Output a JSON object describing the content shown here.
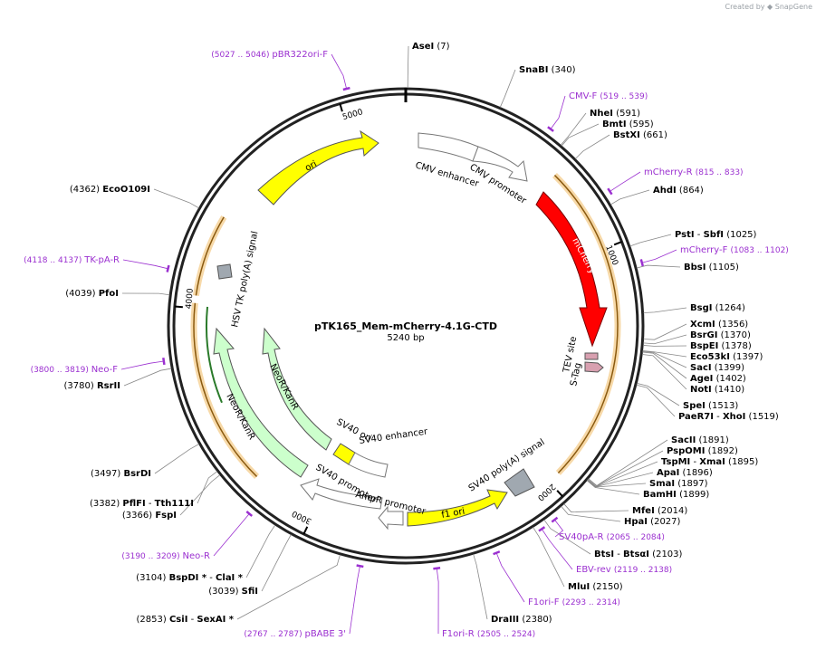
{
  "credit": {
    "created_by": "Created by",
    "brand": "SnapGene"
  },
  "plasmid": {
    "name": "pTK165_Mem-mCherry-4.1G-CTD",
    "size": "5240 bp",
    "length": 5240
  },
  "ticks": [
    {
      "label": "1000",
      "pos": 1000
    },
    {
      "label": "2000",
      "pos": 2000
    },
    {
      "label": "3000",
      "pos": 3000
    },
    {
      "label": "4000",
      "pos": 4000
    },
    {
      "label": "5000",
      "pos": 5000
    }
  ],
  "sites": [
    {
      "name": "AseI",
      "pos": "(7)"
    },
    {
      "name": "SnaBI",
      "pos": "(340)"
    },
    {
      "name": "NheI",
      "pos": "(591)"
    },
    {
      "name": "BmtI",
      "pos": "(595)"
    },
    {
      "name": "BstXI",
      "pos": "(661)"
    },
    {
      "name": "AhdI",
      "pos": "(864)"
    },
    {
      "name": "PstI",
      "sep": " - ",
      "name2": "SbfI",
      "pos": "(1025)"
    },
    {
      "name": "BbsI",
      "pos": "(1105)"
    },
    {
      "name": "BsgI",
      "pos": "(1264)"
    },
    {
      "name": "XcmI",
      "pos": "(1356)"
    },
    {
      "name": "BsrGI",
      "pos": "(1370)"
    },
    {
      "name": "BspEI",
      "pos": "(1378)"
    },
    {
      "name": "Eco53kI",
      "pos": "(1397)"
    },
    {
      "name": "SacI",
      "pos": "(1399)"
    },
    {
      "name": "AgeI",
      "pos": "(1402)"
    },
    {
      "name": "NotI",
      "pos": "(1410)"
    },
    {
      "name": "SpeI",
      "pos": "(1513)"
    },
    {
      "name": "PaeR7I",
      "sep": " - ",
      "name2": "XhoI",
      "pos": "(1519)"
    },
    {
      "name": "SacII",
      "pos": "(1891)"
    },
    {
      "name": "PspOMI",
      "pos": "(1892)"
    },
    {
      "name": "TspMI",
      "sep": " - ",
      "name2": "XmaI",
      "pos": "(1895)"
    },
    {
      "name": "ApaI",
      "pos": "(1896)"
    },
    {
      "name": "SmaI",
      "pos": "(1897)"
    },
    {
      "name": "BamHI",
      "pos": "(1899)"
    },
    {
      "name": "MfeI",
      "pos": "(2014)"
    },
    {
      "name": "HpaI",
      "pos": "(2027)"
    },
    {
      "name": "BtsI",
      "sep": " - ",
      "name2": "BtsαI",
      "pos": "(2103)"
    },
    {
      "name": "MluI",
      "pos": "(2150)"
    },
    {
      "name": "DraIII",
      "pos": "(2380)"
    },
    {
      "name": "CsiI",
      "sep": " - ",
      "name2": "SexAI *",
      "pos": "(2853)"
    },
    {
      "name": "SfiI",
      "pos": "(3039)"
    },
    {
      "name": "BspDI *",
      "sep": " - ",
      "name2": "ClaI *",
      "pos": "(3104)"
    },
    {
      "name": "FspI",
      "pos": "(3366)"
    },
    {
      "name": "PflFI",
      "sep": " - ",
      "name2": "Tth111I",
      "pos": "(3382)"
    },
    {
      "name": "BsrDI",
      "pos": "(3497)"
    },
    {
      "name": "RsrII",
      "pos": "(3780)"
    },
    {
      "name": "PfoI",
      "pos": "(4039)"
    },
    {
      "name": "EcoO109I",
      "pos": "(4362)"
    }
  ],
  "primers": [
    {
      "name": "pBR322ori-F",
      "range": "(5027 .. 5046)"
    },
    {
      "name": "CMV-F",
      "range": "(519 .. 539)"
    },
    {
      "name": "mCherry-R",
      "range": "(815 .. 833)"
    },
    {
      "name": "mCherry-F",
      "range": "(1083 .. 1102)"
    },
    {
      "name": "SV40pA-R",
      "range": "(2065 .. 2084)"
    },
    {
      "name": "EBV-rev",
      "range": "(2119 .. 2138)"
    },
    {
      "name": "F1ori-F",
      "range": "(2293 .. 2314)"
    },
    {
      "name": "F1ori-R",
      "range": "(2505 .. 2524)"
    },
    {
      "name": "pBABE 3'",
      "range": "(2767 .. 2787)"
    },
    {
      "name": "Neo-R",
      "range": "(3190 .. 3209)"
    },
    {
      "name": "Neo-F",
      "range": "(3800 .. 3819)"
    },
    {
      "name": "TK-pA-R",
      "range": "(4118 .. 4137)"
    }
  ],
  "features": {
    "cmv_enhancer": "CMV enhancer",
    "cmv_promoter": "CMV promoter",
    "mcherry": "mCherry",
    "tev_site": "TEV site",
    "s_tag": "S-Tag",
    "sv40_polya": "SV40 poly(A) signal",
    "f1_ori": "f1 ori",
    "sv40_ori": "SV40 ori",
    "sv40_enhancer": "SV40 enhancer",
    "sv40_promoter": "SV40 promoter",
    "ampr_promoter": "AmpR promoter",
    "neokanr_outer": "NeoR/KanR",
    "neokanr_inner": "NeoR/KanR",
    "hsv_tk": "HSV TK poly(A) signal",
    "ori": "ori"
  },
  "colors": {
    "mcherry": "#ff0000",
    "yellow": "#ffff00",
    "neo": "#ccffcc",
    "tag": "#d8a0b0",
    "polya": "#a0a8b0",
    "primer": "#9b30d0",
    "orf": "#e8a040"
  }
}
